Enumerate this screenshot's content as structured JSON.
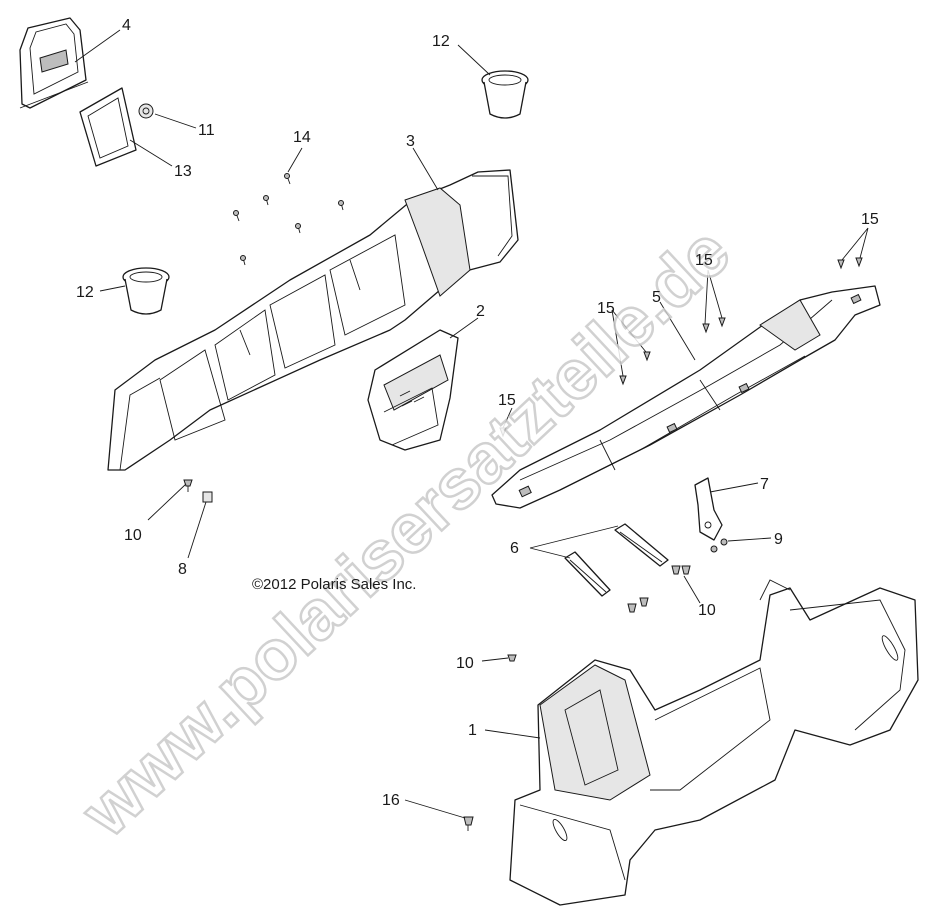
{
  "callouts": {
    "c1": "1",
    "c2": "2",
    "c3": "3",
    "c4": "4",
    "c5": "5",
    "c6": "6",
    "c7": "7",
    "c8": "8",
    "c9": "9",
    "c10a": "10",
    "c10b": "10",
    "c10c": "10",
    "c11": "11",
    "c12a": "12",
    "c12b": "12",
    "c13": "13",
    "c14": "14",
    "c15a": "15",
    "c15b": "15",
    "c15c": "15",
    "c15d": "15",
    "c16": "16"
  },
  "copyright": "©2012 Polaris Sales Inc.",
  "watermark": "www.polarisersatzteile.de",
  "colors": {
    "line": "#1a1a1a",
    "watermark_outline": "#c9c9c9",
    "background": "#ffffff"
  }
}
